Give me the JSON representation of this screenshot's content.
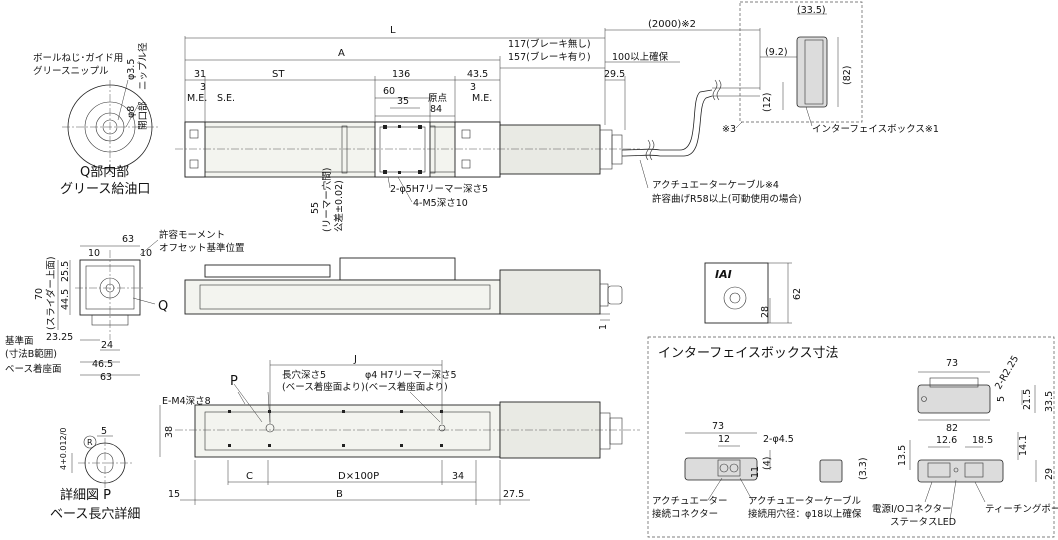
{
  "dimensions": {
    "L": "L",
    "A": "A",
    "cable_length": "(2000)※2",
    "no_brake": "117(ブレーキ無し)",
    "with_brake": "157(ブレーキ有り)",
    "clearance": "100以上確保",
    "d31": "31",
    "ST": "ST",
    "d136": "136",
    "d43_5": "43.5",
    "d29_5": "29.5",
    "d60": "60",
    "d35": "35",
    "d84": "84",
    "d3_left": "3",
    "d3_right": "3",
    "d55": "55",
    "ream_note": "(リーマー穴間)",
    "tol": "公差±0.02)",
    "d63_top": "63",
    "d10a": "10",
    "d10b": "10",
    "d25_5": "25.5",
    "d44_5": "44.5",
    "d70": "70",
    "slider_top": "(スライダー上面)",
    "d23_25": "23.25",
    "d24": "24",
    "d46_5": "46.5",
    "d63_bottom": "63",
    "d62": "62",
    "d28": "28",
    "d1": "1",
    "d38": "38",
    "d15": "15",
    "C": "C",
    "DxP": "D×100P",
    "d34": "34",
    "B": "B",
    "d27_5": "27.5",
    "J": "J",
    "d5": "5",
    "d4_tol": "4+0.012/0",
    "R": "R",
    "box_33_5": "(33.5)",
    "box_9_2": "(9.2)",
    "box_82": "(82)",
    "box_12": "(12)",
    "ifb_73a": "73",
    "ifb_82": "82",
    "ifb_r225": "2-R2.25",
    "ifb_5": "5",
    "ifb_21_5": "21.5",
    "ifb_33_5": "33.5",
    "ifb_73b": "73",
    "ifb_12": "12",
    "ifb_phi45": "2-φ4.5",
    "ifb_4": "(4)",
    "ifb_11": "11",
    "ifb_3_3": "(3.3)",
    "ifb_12_6": "12.6",
    "ifb_18_5": "18.5",
    "ifb_13_5": "13.5",
    "ifb_14_1": "14.1",
    "ifb_29": "29"
  },
  "labels": {
    "grease_nipple": "ボールねじ･ガイド用",
    "grease_nipple2": "グリースニップル",
    "phi3_5": "φ3.5",
    "nipple_dia": "ニップル径",
    "phi8": "φ8",
    "opening": "開口部",
    "q_inside": "Q部内部",
    "grease_port": "グリース給油口",
    "me_left": "M.E.",
    "se": "S.E.",
    "origin": "原点",
    "me_right": "M.E.",
    "reamer": "2-φ5H7リーマー深さ5",
    "m5": "4-M5深さ10",
    "cable": "アクチュエーターケーブル※4",
    "bend": "許容曲げR58以上(可動使用の場合)",
    "note3": "※3",
    "ifbox": "インターフェイスボックス※1",
    "moment1": "許容モーメント",
    "moment2": "オフセット基準位置",
    "ref_face": "基準面",
    "dim_b_range": "(寸法B範囲)",
    "base_face": "ベース着座面",
    "q": "Q",
    "p": "P",
    "em4": "E-M4深さ8",
    "long_hole": "長穴深さ5",
    "long_hole2": "(ベース着座面より)",
    "phi4": "φ4 H7リーマー深さ5",
    "phi4_2": "(ベース着座面より)",
    "detail_p": "詳細図 P",
    "detail_p2": "ベース長穴詳細",
    "ifb_title": "インターフェイスボックス寸法",
    "act_conn": "アクチュエーター",
    "act_conn2": "接続コネクター",
    "act_cable": "アクチュエーターケーブル",
    "act_cable2": "接続用穴径：φ18以上確保",
    "power_io": "電源I/Oコネクター",
    "status_led": "ステータスLED",
    "teach_port": "ティーチングポート",
    "iai": "IAI"
  },
  "colors": {
    "line": "#222222",
    "body": "#f3f4ef",
    "frame": "#666666"
  }
}
